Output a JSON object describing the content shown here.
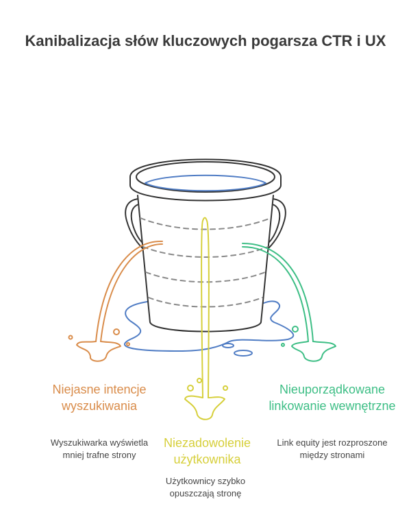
{
  "title": "Kanibalizacja słów kluczowych pogarsza CTR i UX",
  "colors": {
    "orange": "#D98C4A",
    "yellow": "#D6CF3A",
    "green": "#3DBE85",
    "water": "#4F7CC4",
    "outline": "#333333"
  },
  "icons": [
    "bucket-icon"
  ],
  "items": [
    {
      "label": "Niejasne intencje wyszukiwania",
      "desc": "Wyszukiwarka wyświetla mniej trafne strony"
    },
    {
      "label": "Niezadowolenie użytkownika",
      "desc": "Użytkownicy szybko opuszczają stronę"
    },
    {
      "label": "Nieuporządkowane linkowanie wewnętrzne",
      "desc": "Link equity jest rozproszone między stronami"
    }
  ]
}
